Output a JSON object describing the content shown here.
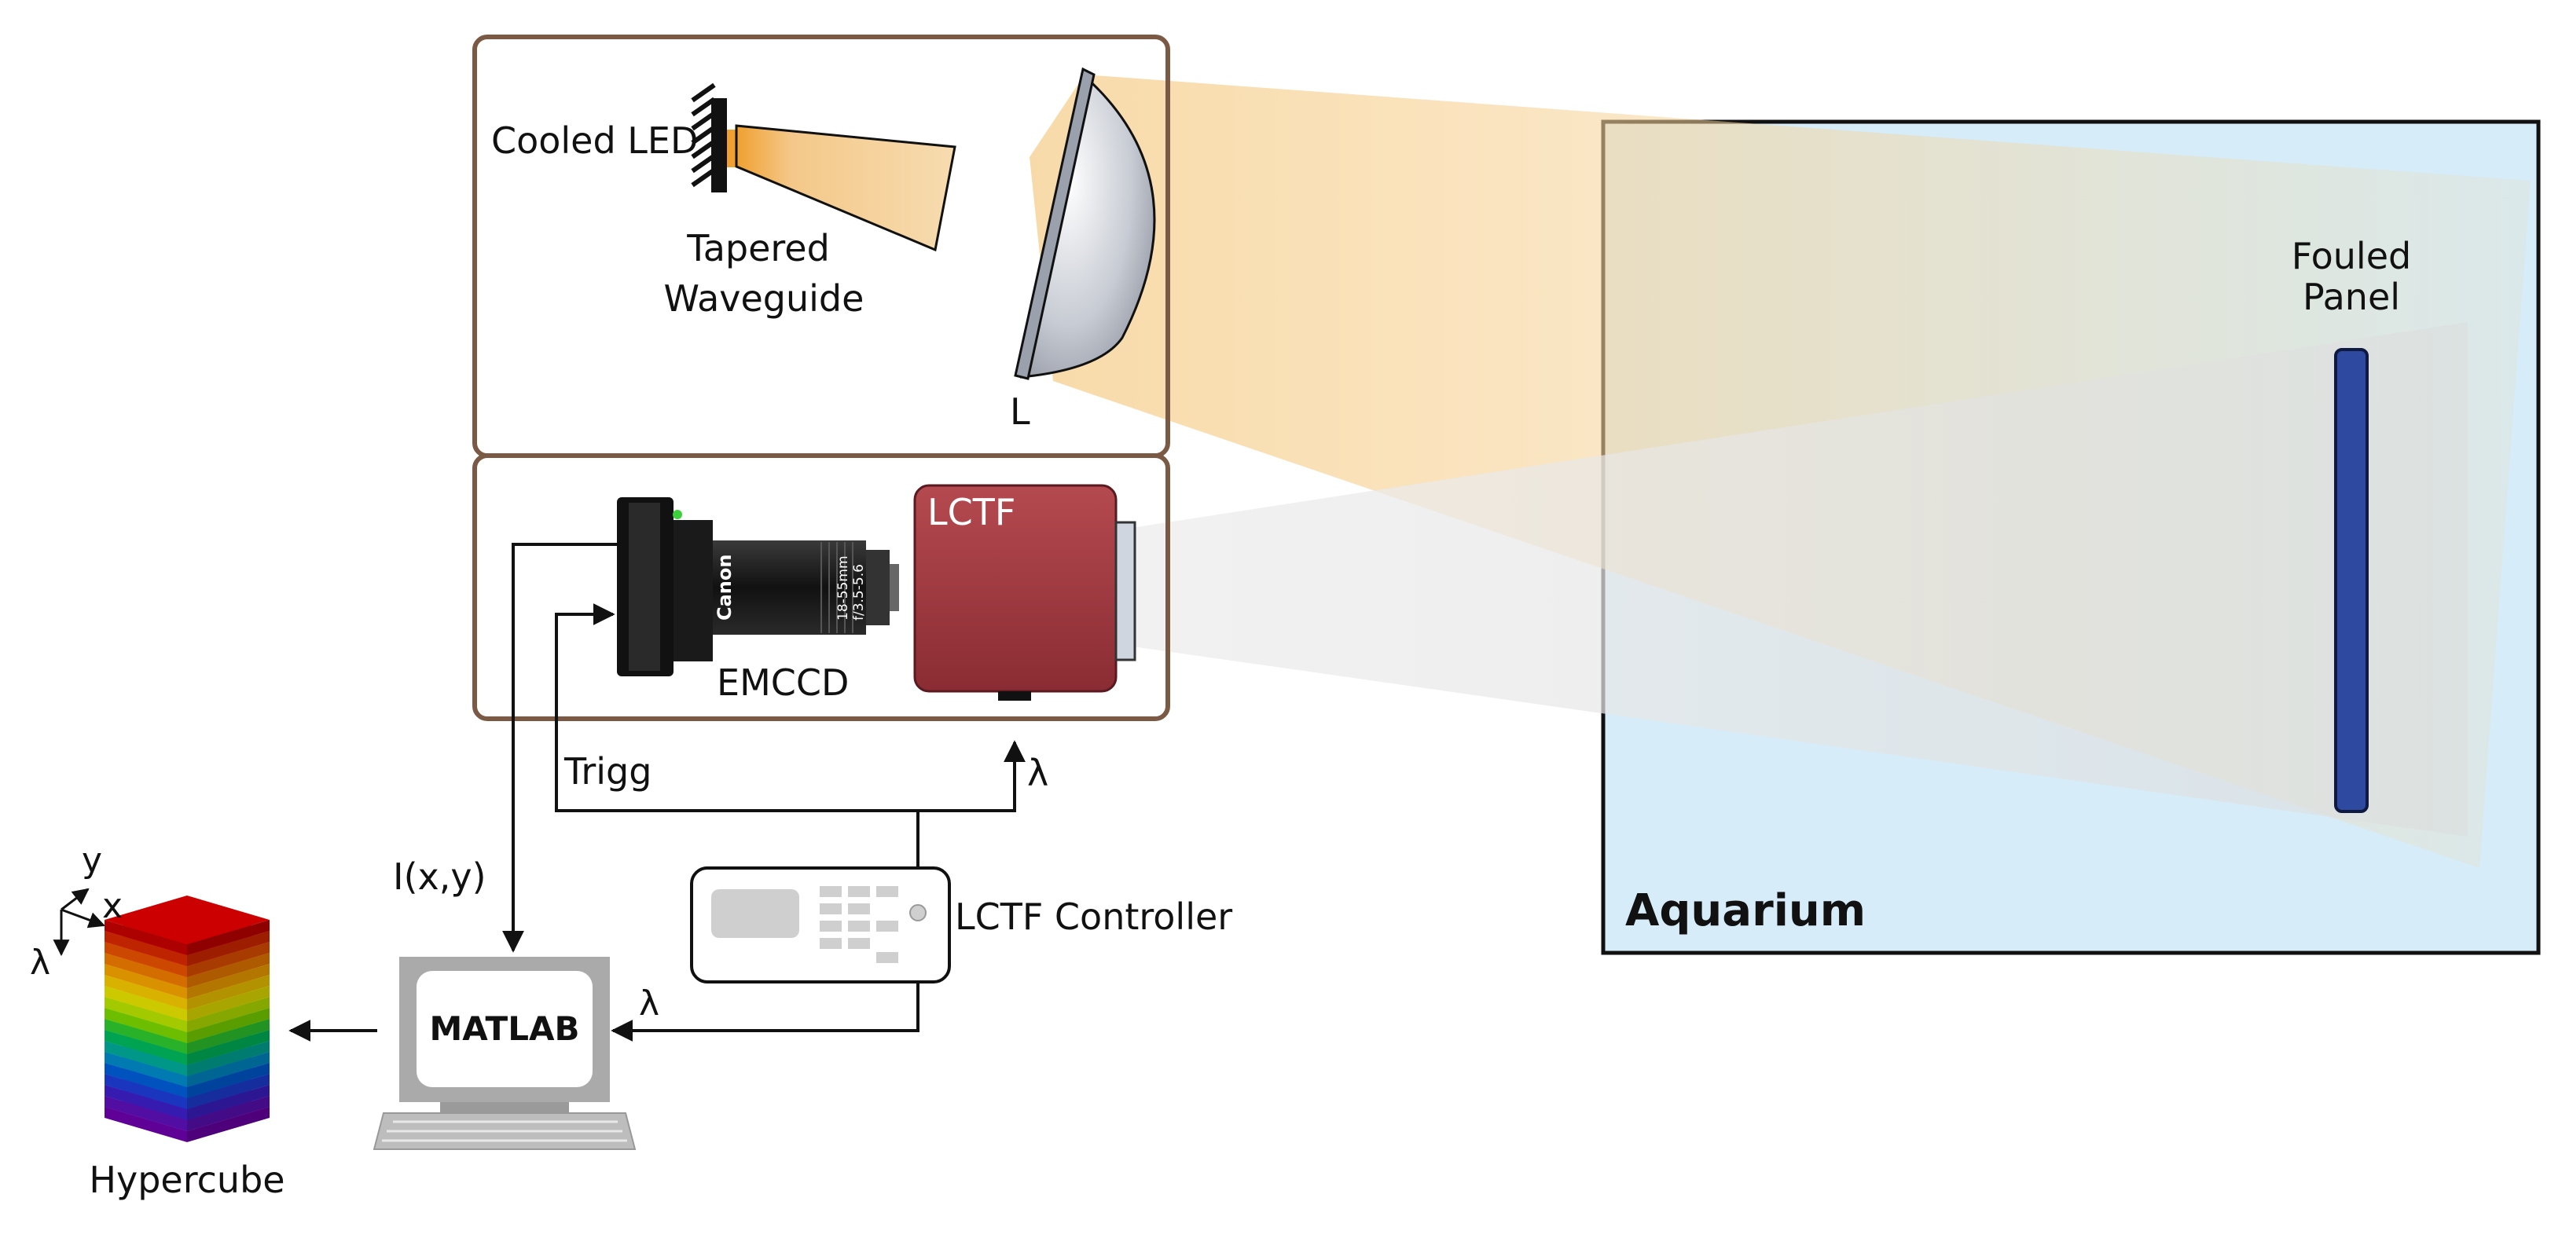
{
  "labels": {
    "cooled_led": "Cooled LED",
    "tapered_line1": "Tapered",
    "tapered_line2": "Waveguide",
    "lens": "L",
    "lctf": "LCTF",
    "emccd": "EMCCD",
    "lens_brand": "Canon",
    "lens_spec1": "18-55mm",
    "lens_spec2": "f/3.5-5.6",
    "trigg": "Trigg",
    "lambda_lctf": "λ",
    "intensity": "I(x,y)",
    "lctf_controller": "LCTF Controller",
    "lambda_matlab": "λ",
    "matlab": "MATLAB",
    "axis_y": "y",
    "axis_x": "x",
    "axis_lambda": "λ",
    "hypercube": "Hypercube",
    "fouled_line1": "Fouled",
    "fouled_line2": "Panel",
    "aquarium": "Aquarium"
  },
  "colors": {
    "enclosure": "#7a5a45",
    "aquarium_fill": "#d6ecf8",
    "panel": "#2e4aa0",
    "lctf_body": "#9c3a40",
    "led_glow": "#f0a030",
    "beam_light": "#f6d9a8"
  },
  "hypercube_layer_colors": [
    "#cc0000",
    "#e02a00",
    "#f05500",
    "#f88000",
    "#ffaa00",
    "#ffd000",
    "#f0ec00",
    "#c0ee00",
    "#80e000",
    "#30d030",
    "#00c060",
    "#00b0a0",
    "#0090d0",
    "#0060e0",
    "#2040e0",
    "#4020d0",
    "#6010c0",
    "#7000b0"
  ]
}
